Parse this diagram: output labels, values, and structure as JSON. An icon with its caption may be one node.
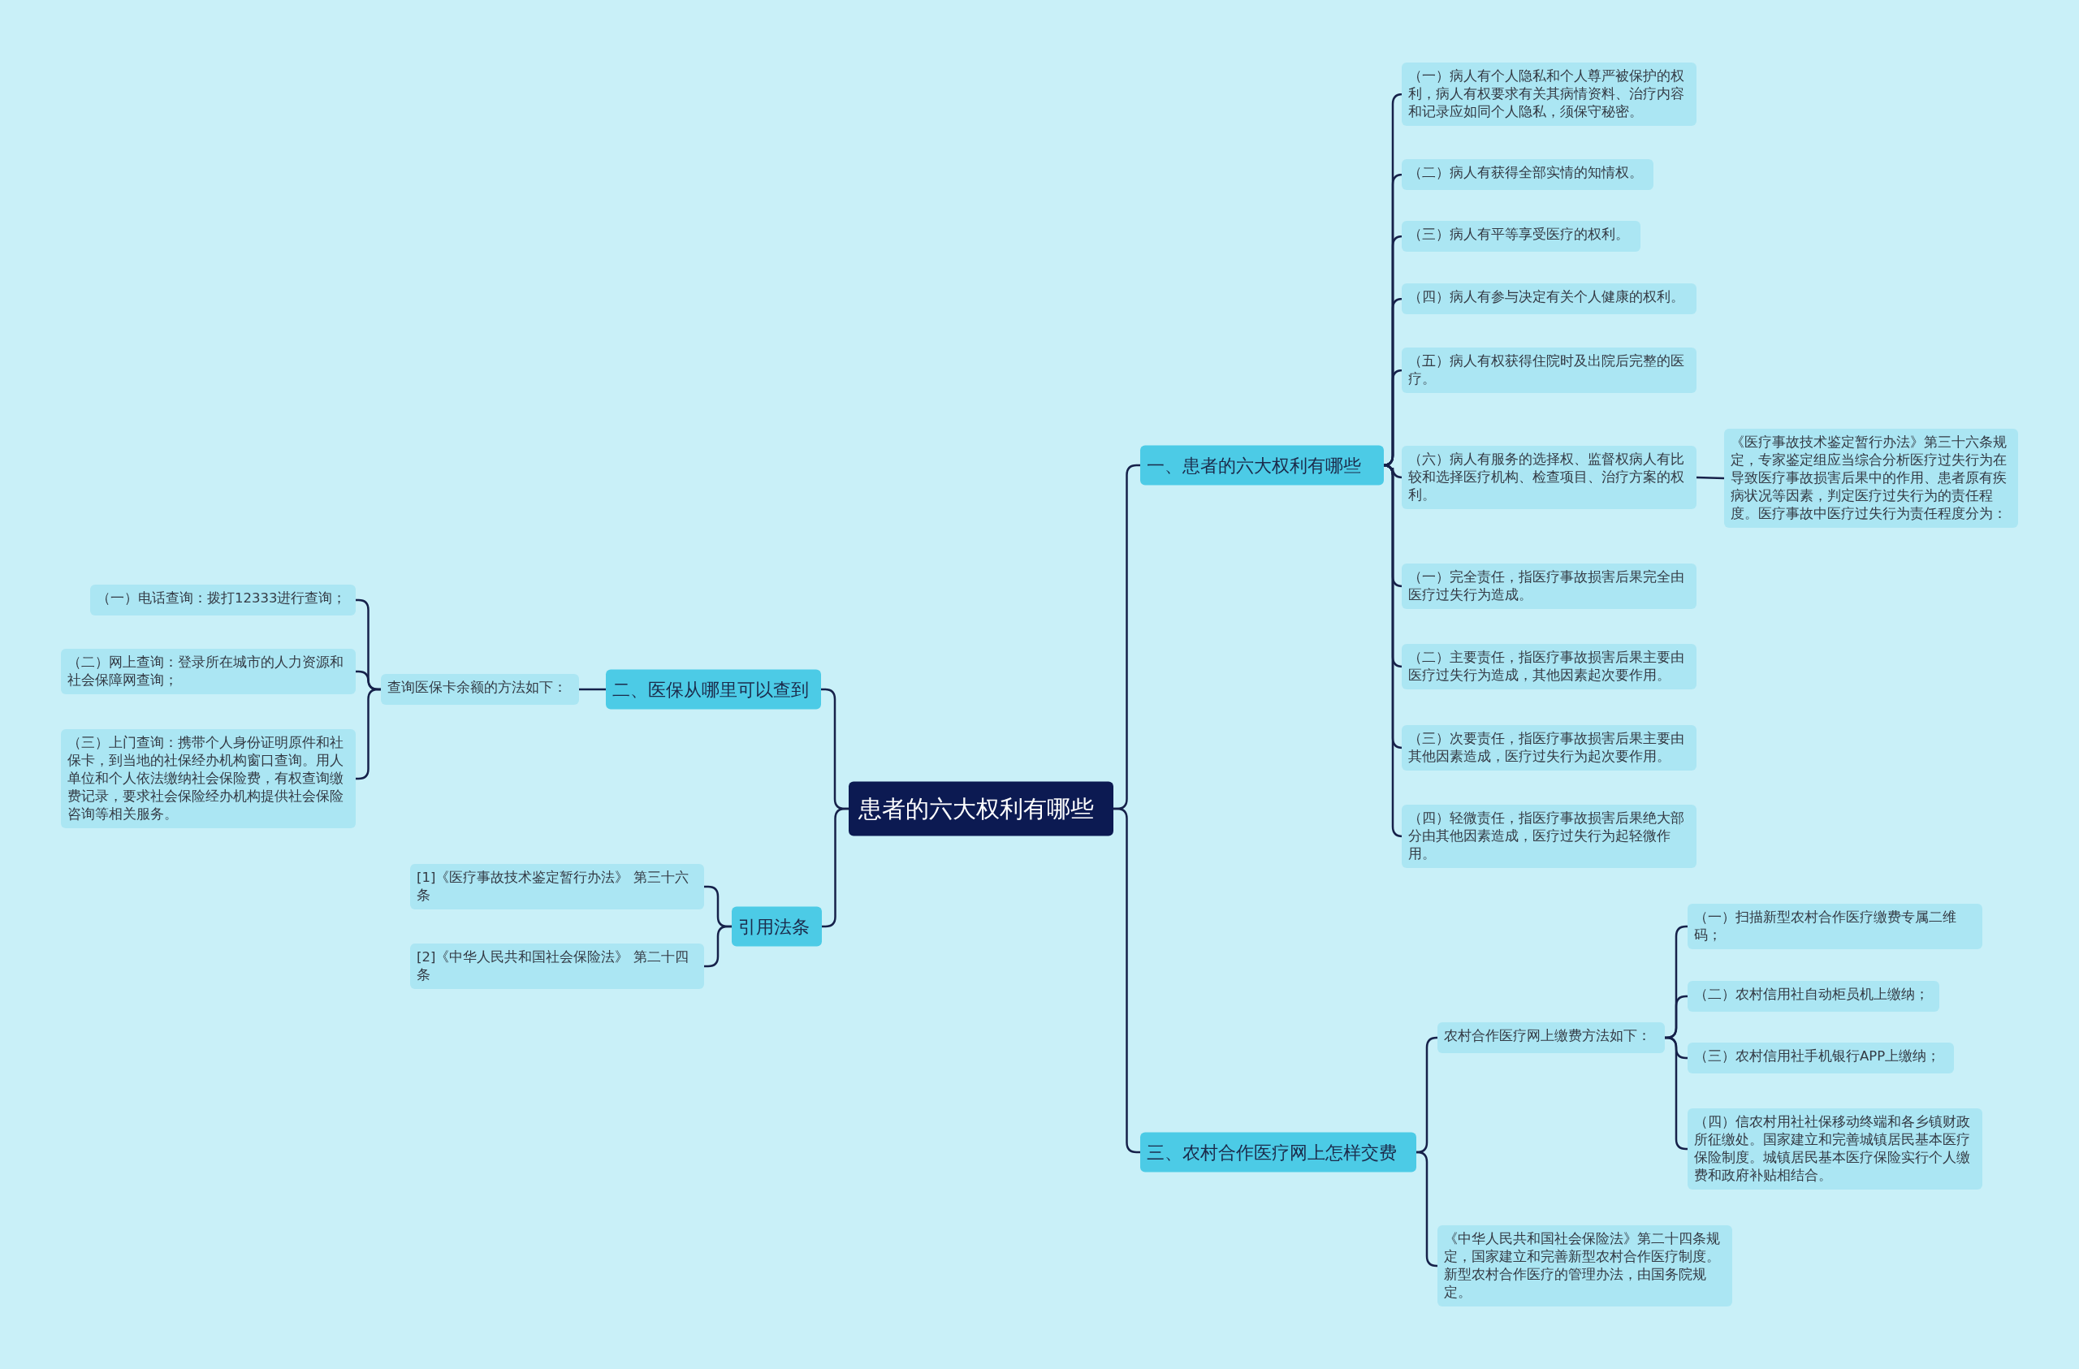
{
  "diagram": {
    "nodes": [
      {
        "text": [
          "患者的六大权利有哪些"
        ]
      },
      {
        "text": [
          "一、患者的六大权利有哪些"
        ]
      },
      {
        "text": [
          "（一）病人有个人隐私和个人尊严被保护的权利，病人有权要求有关其病情资料、治疗内容和记录应如同个人隐私，须保守秘密。"
        ]
      },
      {
        "text": [
          "（二）病人有获得全部实情的知情权。"
        ]
      },
      {
        "text": [
          "（三）病人有平等享受医疗的权利。"
        ]
      },
      {
        "text": [
          "（四）病人有参与决定有关个人健康的权利。"
        ]
      },
      {
        "text": [
          "（五）病人有权获得住院时及出院后完整的医疗。"
        ]
      },
      {
        "text": [
          "（六）病人有服务的选择权、监督权病人有比较和选择医疗机构、检查项目、治疗方案的权利。"
        ]
      },
      {
        "text": [
          "《医疗事故技术鉴定暂行办法》第三十六条规定，专家鉴定组应当综合分析医疗过失行为在导致医疗事故损害后果中的作用、患者原有疾病状况等因素，判定医疗过失行为的责任程度。医疗事故中医疗过失行为责任程度分为："
        ]
      },
      {
        "text": [
          "（一）完全责任，指医疗事故损害后果完全由医疗过失行为造成。"
        ]
      },
      {
        "text": [
          "（二）主要责任，指医疗事故损害后果主要由医疗过失行为造成，其他因素起次要作用。"
        ]
      },
      {
        "text": [
          "（三）次要责任，指医疗事故损害后果主要由其他因素造成，医疗过失行为起次要作用。"
        ]
      },
      {
        "text": [
          "（四）轻微责任，指医疗事故损害后果绝大部分由其他因素造成，医疗过失行为起轻微作用。"
        ]
      },
      {
        "text": [
          "二、医保从哪里可以查到"
        ]
      },
      {
        "text": [
          "查询医保卡余额的方法如下："
        ]
      },
      {
        "text": [
          "（一）电话查询：拨打12333进行查询；"
        ]
      },
      {
        "text": [
          "（二）网上查询：登录所在城市的人力资源和社会保障网查询；"
        ]
      },
      {
        "text": [
          "（三）上门查询：携带个人身份证明原件和社保卡，到当地的社保经办机构窗口查询。用人单位和个人依法缴纳社会保险费，有权查询缴费记录，要求社会保险经办机构提供社会保险咨询等相关服务。"
        ]
      },
      {
        "text": [
          "引用法条"
        ]
      },
      {
        "text": [
          "[1]《医疗事故技术鉴定暂行办法》 第三十六条"
        ]
      },
      {
        "text": [
          "[2]《中华人民共和国社会保险法》 第二十四条"
        ]
      },
      {
        "text": [
          "三、农村合作医疗网上怎样交费"
        ]
      },
      {
        "text": [
          "农村合作医疗网上缴费方法如下："
        ]
      },
      {
        "text": [
          "（一）扫描新型农村合作医疗缴费专属二维码；"
        ]
      },
      {
        "text": [
          "（二）农村信用社自动柜员机上缴纳；"
        ]
      },
      {
        "text": [
          "（三）农村信用社手机银行APP上缴纳；"
        ]
      },
      {
        "text": [
          "（四）信农村用社社保移动终端和各乡镇财政所征缴处。国家建立和完善城镇居民基本医疗保险制度。城镇居民基本医疗保险实行个人缴费和政府补贴相结合。"
        ]
      },
      {
        "text": [
          "《中华人民共和国社会保险法》第二十四条规定，国家建立和完善新型农村合作医疗制度。新型农村合作医疗的管理办法，由国务院规定。"
        ]
      }
    ],
    "edges": [
      {
        "from": 0,
        "to": 1,
        "arrow": "none"
      },
      {
        "from": 1,
        "to": 2,
        "arrow": "none"
      },
      {
        "from": 1,
        "to": 3,
        "arrow": "none"
      },
      {
        "from": 1,
        "to": 4,
        "arrow": "none"
      },
      {
        "from": 1,
        "to": 5,
        "arrow": "none"
      },
      {
        "from": 1,
        "to": 6,
        "arrow": "none"
      },
      {
        "from": 1,
        "to": 7,
        "arrow": "none"
      },
      {
        "from": 7,
        "to": 8,
        "arrow": "none"
      },
      {
        "from": 1,
        "to": 9,
        "arrow": "none"
      },
      {
        "from": 1,
        "to": 10,
        "arrow": "none"
      },
      {
        "from": 1,
        "to": 11,
        "arrow": "none"
      },
      {
        "from": 1,
        "to": 12,
        "arrow": "none"
      },
      {
        "from": 0,
        "to": 13,
        "arrow": "none"
      },
      {
        "from": 13,
        "to": 14,
        "arrow": "none"
      },
      {
        "from": 14,
        "to": 15,
        "arrow": "none"
      },
      {
        "from": 14,
        "to": 16,
        "arrow": "none"
      },
      {
        "from": 14,
        "to": 17,
        "arrow": "none"
      },
      {
        "from": 0,
        "to": 18,
        "arrow": "none"
      },
      {
        "from": 18,
        "to": 19,
        "arrow": "none"
      },
      {
        "from": 18,
        "to": 20,
        "arrow": "none"
      },
      {
        "from": 0,
        "to": 21,
        "arrow": "none"
      },
      {
        "from": 21,
        "to": 22,
        "arrow": "none"
      },
      {
        "from": 22,
        "to": 23,
        "arrow": "none"
      },
      {
        "from": 22,
        "to": 24,
        "arrow": "none"
      },
      {
        "from": 22,
        "to": 25,
        "arrow": "none"
      },
      {
        "from": 22,
        "to": 26,
        "arrow": "none"
      },
      {
        "from": 21,
        "to": 27,
        "arrow": "none"
      }
    ]
  }
}
